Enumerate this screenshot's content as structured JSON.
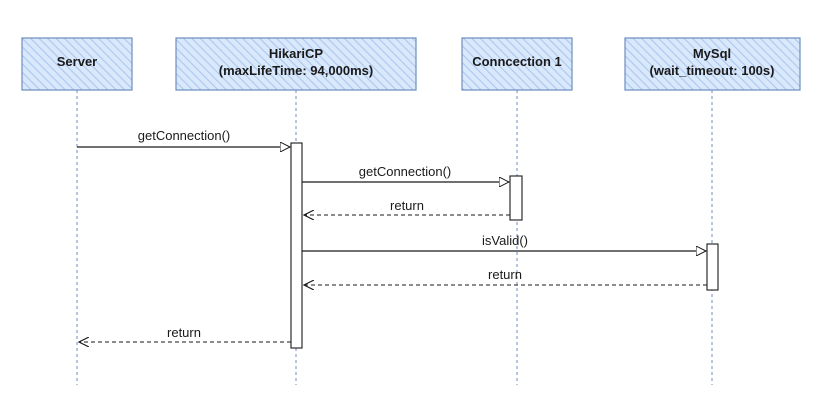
{
  "diagram": {
    "participants": [
      {
        "id": "server",
        "line1": "Server",
        "line2": ""
      },
      {
        "id": "hikaricp",
        "line1": "HikariCP",
        "line2": "(maxLifeTime: 94,000ms)"
      },
      {
        "id": "connection1",
        "line1": "Conncection 1",
        "line2": ""
      },
      {
        "id": "mysql",
        "line1": "MySql",
        "line2": "(wait_timeout: 100s)"
      }
    ],
    "messages": [
      {
        "from": "server",
        "to": "hikaricp",
        "label": "getConnection()",
        "kind": "call"
      },
      {
        "from": "hikaricp",
        "to": "connection1",
        "label": "getConnection()",
        "kind": "call"
      },
      {
        "from": "connection1",
        "to": "hikaricp",
        "label": "return",
        "kind": "return"
      },
      {
        "from": "hikaricp",
        "to": "mysql",
        "label": "isValid()",
        "kind": "call"
      },
      {
        "from": "mysql",
        "to": "hikaricp",
        "label": "return",
        "kind": "return"
      },
      {
        "from": "hikaricp",
        "to": "server",
        "label": "return",
        "kind": "return"
      }
    ],
    "colors": {
      "box_fill": "#dae8fc",
      "box_hatch": "#9fc1ea",
      "box_stroke": "#6c8ebf",
      "lifeline": "#6c8ebf",
      "arrow": "#1a1a1a"
    }
  }
}
